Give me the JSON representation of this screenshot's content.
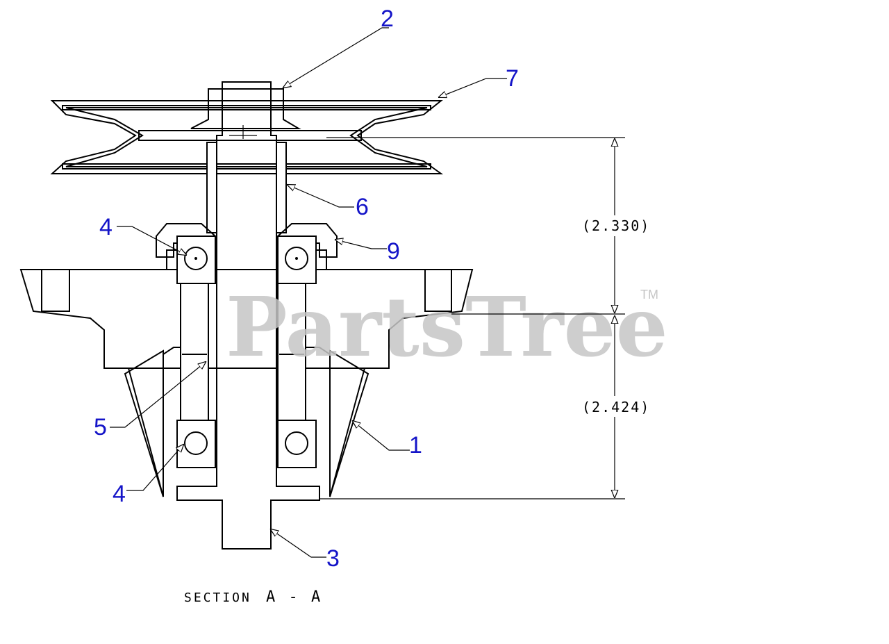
{
  "watermark": {
    "text": "PartsTree",
    "tm": "TM"
  },
  "callouts": {
    "c1": "1",
    "c2": "2",
    "c3": "3",
    "c4a": "4",
    "c4b": "4",
    "c5": "5",
    "c6": "6",
    "c7": "7",
    "c9": "9"
  },
  "dimensions": {
    "upper": "(2.330)",
    "lower": "(2.424)"
  },
  "section": {
    "label": "SECTION",
    "letters": "A - A"
  },
  "colors": {
    "callout": "#1414c8",
    "line": "#000000",
    "watermark": "#c6c6c6"
  }
}
